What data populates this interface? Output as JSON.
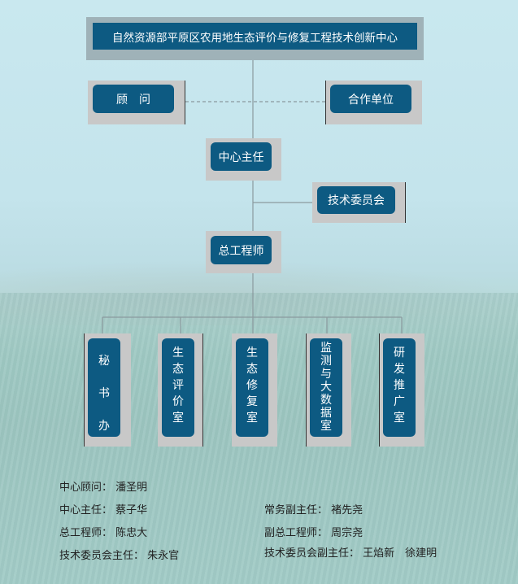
{
  "org_chart": {
    "top": "自然资源部平原区农用地生态评价与修复工程技术创新中心",
    "advisor": "顾　问",
    "partner": "合作单位",
    "director": "中心主任",
    "tech_committee": "技术委员会",
    "chief_engineer": "总工程师",
    "departments": [
      {
        "chars": [
          "秘",
          "书",
          "办"
        ]
      },
      {
        "chars": [
          "生",
          "态",
          "评",
          "价",
          "室"
        ]
      },
      {
        "chars": [
          "生",
          "态",
          "修",
          "复",
          "室"
        ]
      },
      {
        "chars": [
          "监",
          "测",
          "与",
          "大",
          "数",
          "据",
          "室"
        ]
      },
      {
        "chars": [
          "研",
          "发",
          "推",
          "广",
          "室"
        ]
      }
    ]
  },
  "people": {
    "left": [
      {
        "label": "中心顾问：",
        "value": "潘圣明"
      },
      {
        "label": "中心主任：",
        "value": "蔡子华"
      },
      {
        "label": "总工程师：",
        "value": "陈忠大"
      },
      {
        "label": "技术委员会主任：",
        "value": "朱永官"
      }
    ],
    "right": [
      {
        "label": "常务副主任：",
        "value": "褚先尧"
      },
      {
        "label": "副总工程师：",
        "value": "周宗尧"
      },
      {
        "label": "技术委员会副主任：",
        "value": "王焰新　徐建明"
      }
    ]
  },
  "colors": {
    "box": "#0d5a82",
    "frame": "#c8c8c8",
    "line": "#8a9a9e"
  }
}
